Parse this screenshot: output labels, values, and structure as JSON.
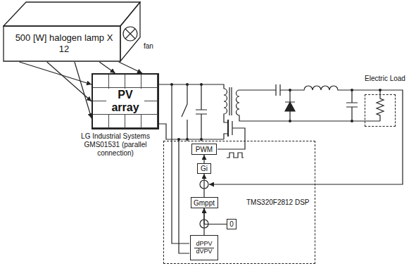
{
  "diagram": {
    "nodes": [
      {
        "text": [
          "500 [W] halogen lamp X 12"
        ]
      },
      {
        "text": [
          "PV array"
        ]
      },
      {
        "text": [
          "Electric Load"
        ]
      },
      {
        "text": [
          "TMS320F2812 DSP"
        ]
      },
      {
        "text": [
          "PWM"
        ],
        "in": 3
      },
      {
        "text": [
          "Gi"
        ],
        "in": 3
      },
      {
        "text": [
          "Gmppt"
        ],
        "in": 3
      },
      {
        "text": [
          "0"
        ],
        "in": 3
      },
      {
        "text": [
          "dPPV",
          "dVPV"
        ],
        "in": 3
      }
    ],
    "edges": [
      {
        "from": 0,
        "to": 1,
        "arrow": "to"
      },
      {
        "from": 0,
        "to": 1,
        "arrow": "to"
      },
      {
        "from": 0,
        "to": 1,
        "arrow": "to"
      },
      {
        "from": 0,
        "to": 1,
        "arrow": "to"
      },
      {
        "from": 0,
        "to": 1,
        "arrow": "to"
      },
      {
        "from": 5,
        "to": 4,
        "arrow": "to"
      },
      {
        "from": 6,
        "to": 5,
        "arrow": "to"
      },
      {
        "from": 8,
        "to": 6,
        "arrow": "to"
      },
      {
        "from": 7,
        "to": 6,
        "arrow": "to"
      }
    ],
    "labels": [
      "fan",
      "LG Industrial Systems GMS01531 (parallel connection)"
    ]
  }
}
